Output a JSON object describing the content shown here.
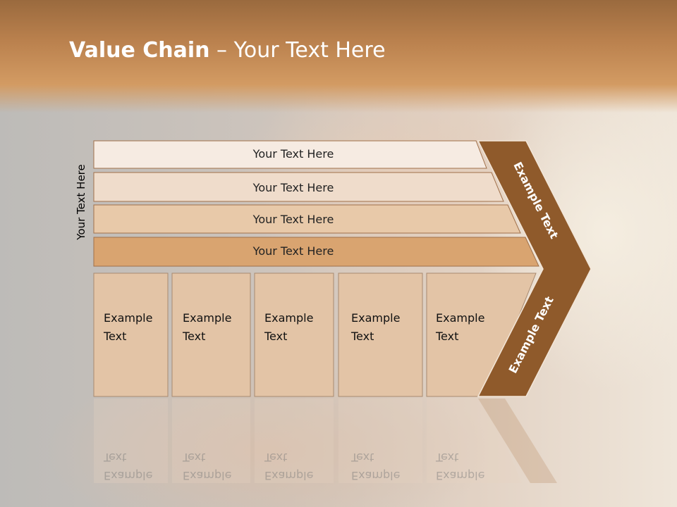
{
  "slide": {
    "title_bold": "Value Chain",
    "title_rest": " – Your Text Here",
    "side_label": "Your Text Here"
  },
  "rows": [
    {
      "label": "Your Text Here"
    },
    {
      "label": "Your Text Here"
    },
    {
      "label": "Your Text Here"
    },
    {
      "label": "Your Text Here"
    }
  ],
  "boxes": [
    {
      "line1": "Example",
      "line2": "Text"
    },
    {
      "line1": "Example",
      "line2": "Text"
    },
    {
      "line1": "Example",
      "line2": "Text"
    },
    {
      "line1": "Example",
      "line2": "Text"
    },
    {
      "line1": "Example",
      "line2": "Text"
    }
  ],
  "chevron": {
    "upper_label": "Example Text",
    "lower_label": "Example Text"
  },
  "colors": {
    "header": "#c88a52",
    "row1": "#f6ebe2",
    "row2": "#efdccb",
    "row3": "#e8c9a9",
    "row4": "#d9a470",
    "box": "#e3c4a6",
    "chevron": "#8f5a2b"
  }
}
